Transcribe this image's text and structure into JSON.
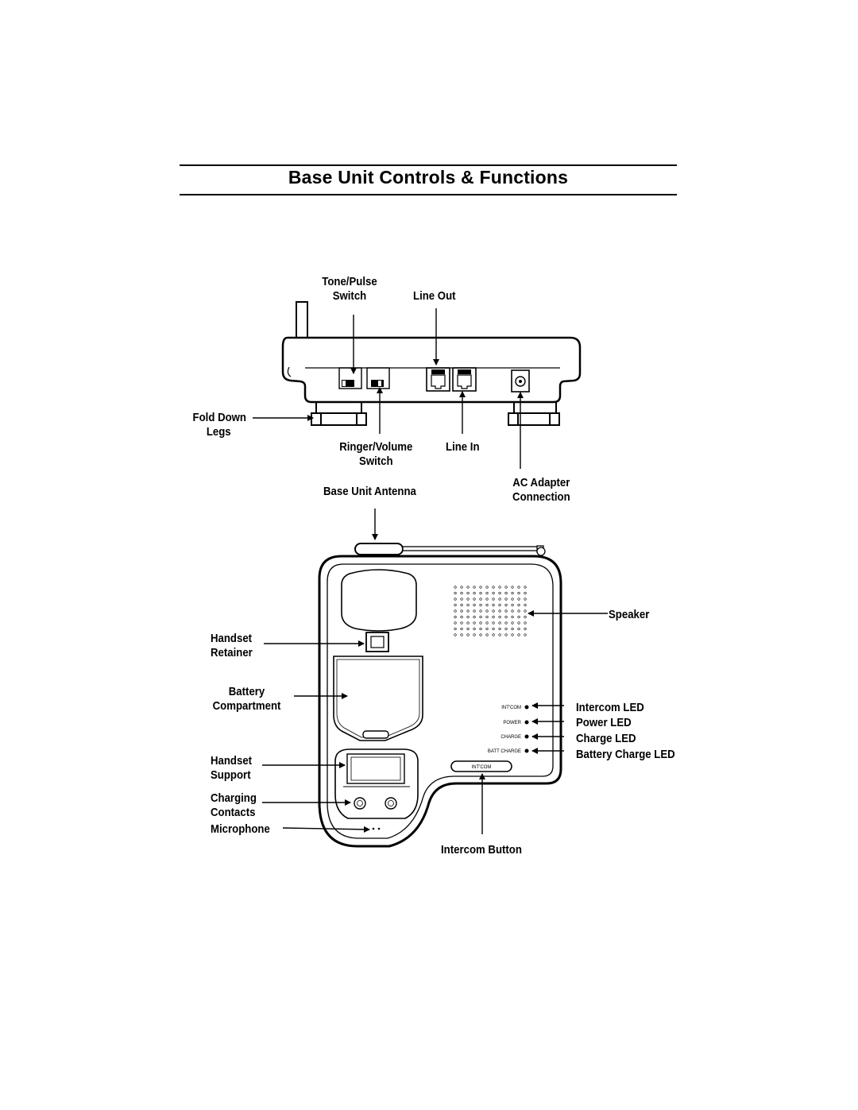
{
  "title": "Base Unit Controls & Functions",
  "rear_view_labels": {
    "tone_pulse_switch": [
      "Tone/Pulse",
      "Switch"
    ],
    "line_out": "Line Out",
    "fold_down_legs": [
      "Fold Down",
      "Legs"
    ],
    "ringer_volume_switch": [
      "Ringer/Volume",
      "Switch"
    ],
    "line_in": "Line In",
    "base_unit_antenna": "Base Unit Antenna",
    "ac_adapter_connection": [
      "AC Adapter",
      "Connection"
    ]
  },
  "top_view_labels": {
    "speaker": "Speaker",
    "handset_retainer": [
      "Handset",
      "Retainer"
    ],
    "battery_compartment": [
      "Battery",
      "Compartment"
    ],
    "handset_support": [
      "Handset",
      "Support"
    ],
    "charging_contacts": [
      "Charging",
      "Contacts"
    ],
    "microphone": "Microphone",
    "intercom_button": "Intercom Button",
    "intercom_led": "Intercom LED",
    "power_led": "Power LED",
    "charge_led": "Charge LED",
    "battery_charge_led": "Battery Charge LED"
  },
  "panel_text": {
    "intcom_led": "INT'COM",
    "power_led": "POWER",
    "charge_led": "CHARGE",
    "batt_charge_led": "BATT CHARGE",
    "intcom_button": "INT'COM"
  }
}
